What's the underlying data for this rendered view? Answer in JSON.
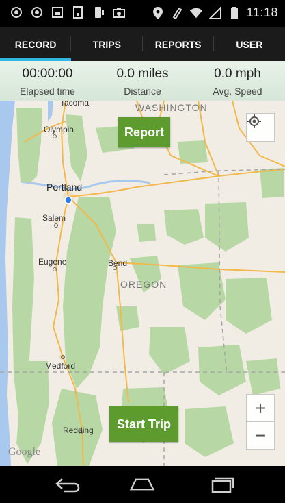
{
  "status_bar": {
    "time": "11:18",
    "icons": [
      "notification-icon",
      "notification-icon",
      "image-icon",
      "download-icon",
      "phone-icon",
      "camera-icon",
      "location-pin-icon",
      "nfc-icon",
      "wifi-icon",
      "signal-icon",
      "battery-icon"
    ]
  },
  "tabs": [
    {
      "label": "RECORD",
      "active": true
    },
    {
      "label": "TRIPS",
      "active": false
    },
    {
      "label": "REPORTS",
      "active": false
    },
    {
      "label": "USER",
      "active": false
    }
  ],
  "stats": {
    "elapsed": {
      "value": "00:00:00",
      "label": "Elapsed time"
    },
    "distance": {
      "value": "0.0 miles",
      "label": "Distance"
    },
    "speed": {
      "value": "0.0 mph",
      "label": "Avg. Speed"
    }
  },
  "map": {
    "labels": {
      "tacoma": "Tacoma",
      "washington": "WASHINGTON",
      "olympia": "Olympia",
      "portland": "Portland",
      "salem": "Salem",
      "eugene": "Eugene",
      "bend": "Bend",
      "oregon": "OREGON",
      "medford": "Medford",
      "redding": "Redding"
    },
    "report_button": "Report",
    "start_button": "Start Trip",
    "zoom_in": "+",
    "zoom_out": "−",
    "attribution": "Google"
  },
  "colors": {
    "accent": "#33b5e5",
    "button_green": "#5e9b2f",
    "stats_bg": "#e1eee2"
  }
}
